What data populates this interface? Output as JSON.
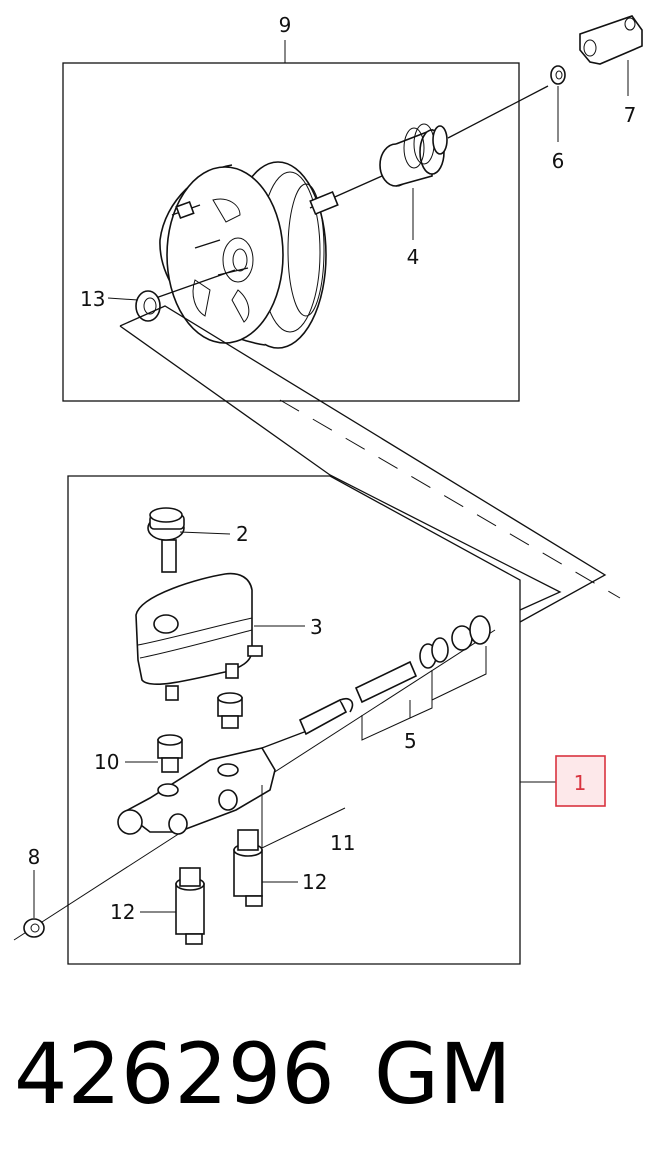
{
  "callouts": {
    "c1": "1",
    "c2": "2",
    "c3": "3",
    "c4": "4",
    "c5": "5",
    "c6": "6",
    "c7": "7",
    "c8": "8",
    "c9": "9",
    "c10": "10",
    "c11": "11",
    "c12a": "12",
    "c12b": "12",
    "c13": "13"
  },
  "highlight": {
    "callout": "1",
    "fill": "#fde8ea",
    "stroke": "#d9333f"
  },
  "footer": {
    "part_number": "426296",
    "brand": "GM"
  }
}
